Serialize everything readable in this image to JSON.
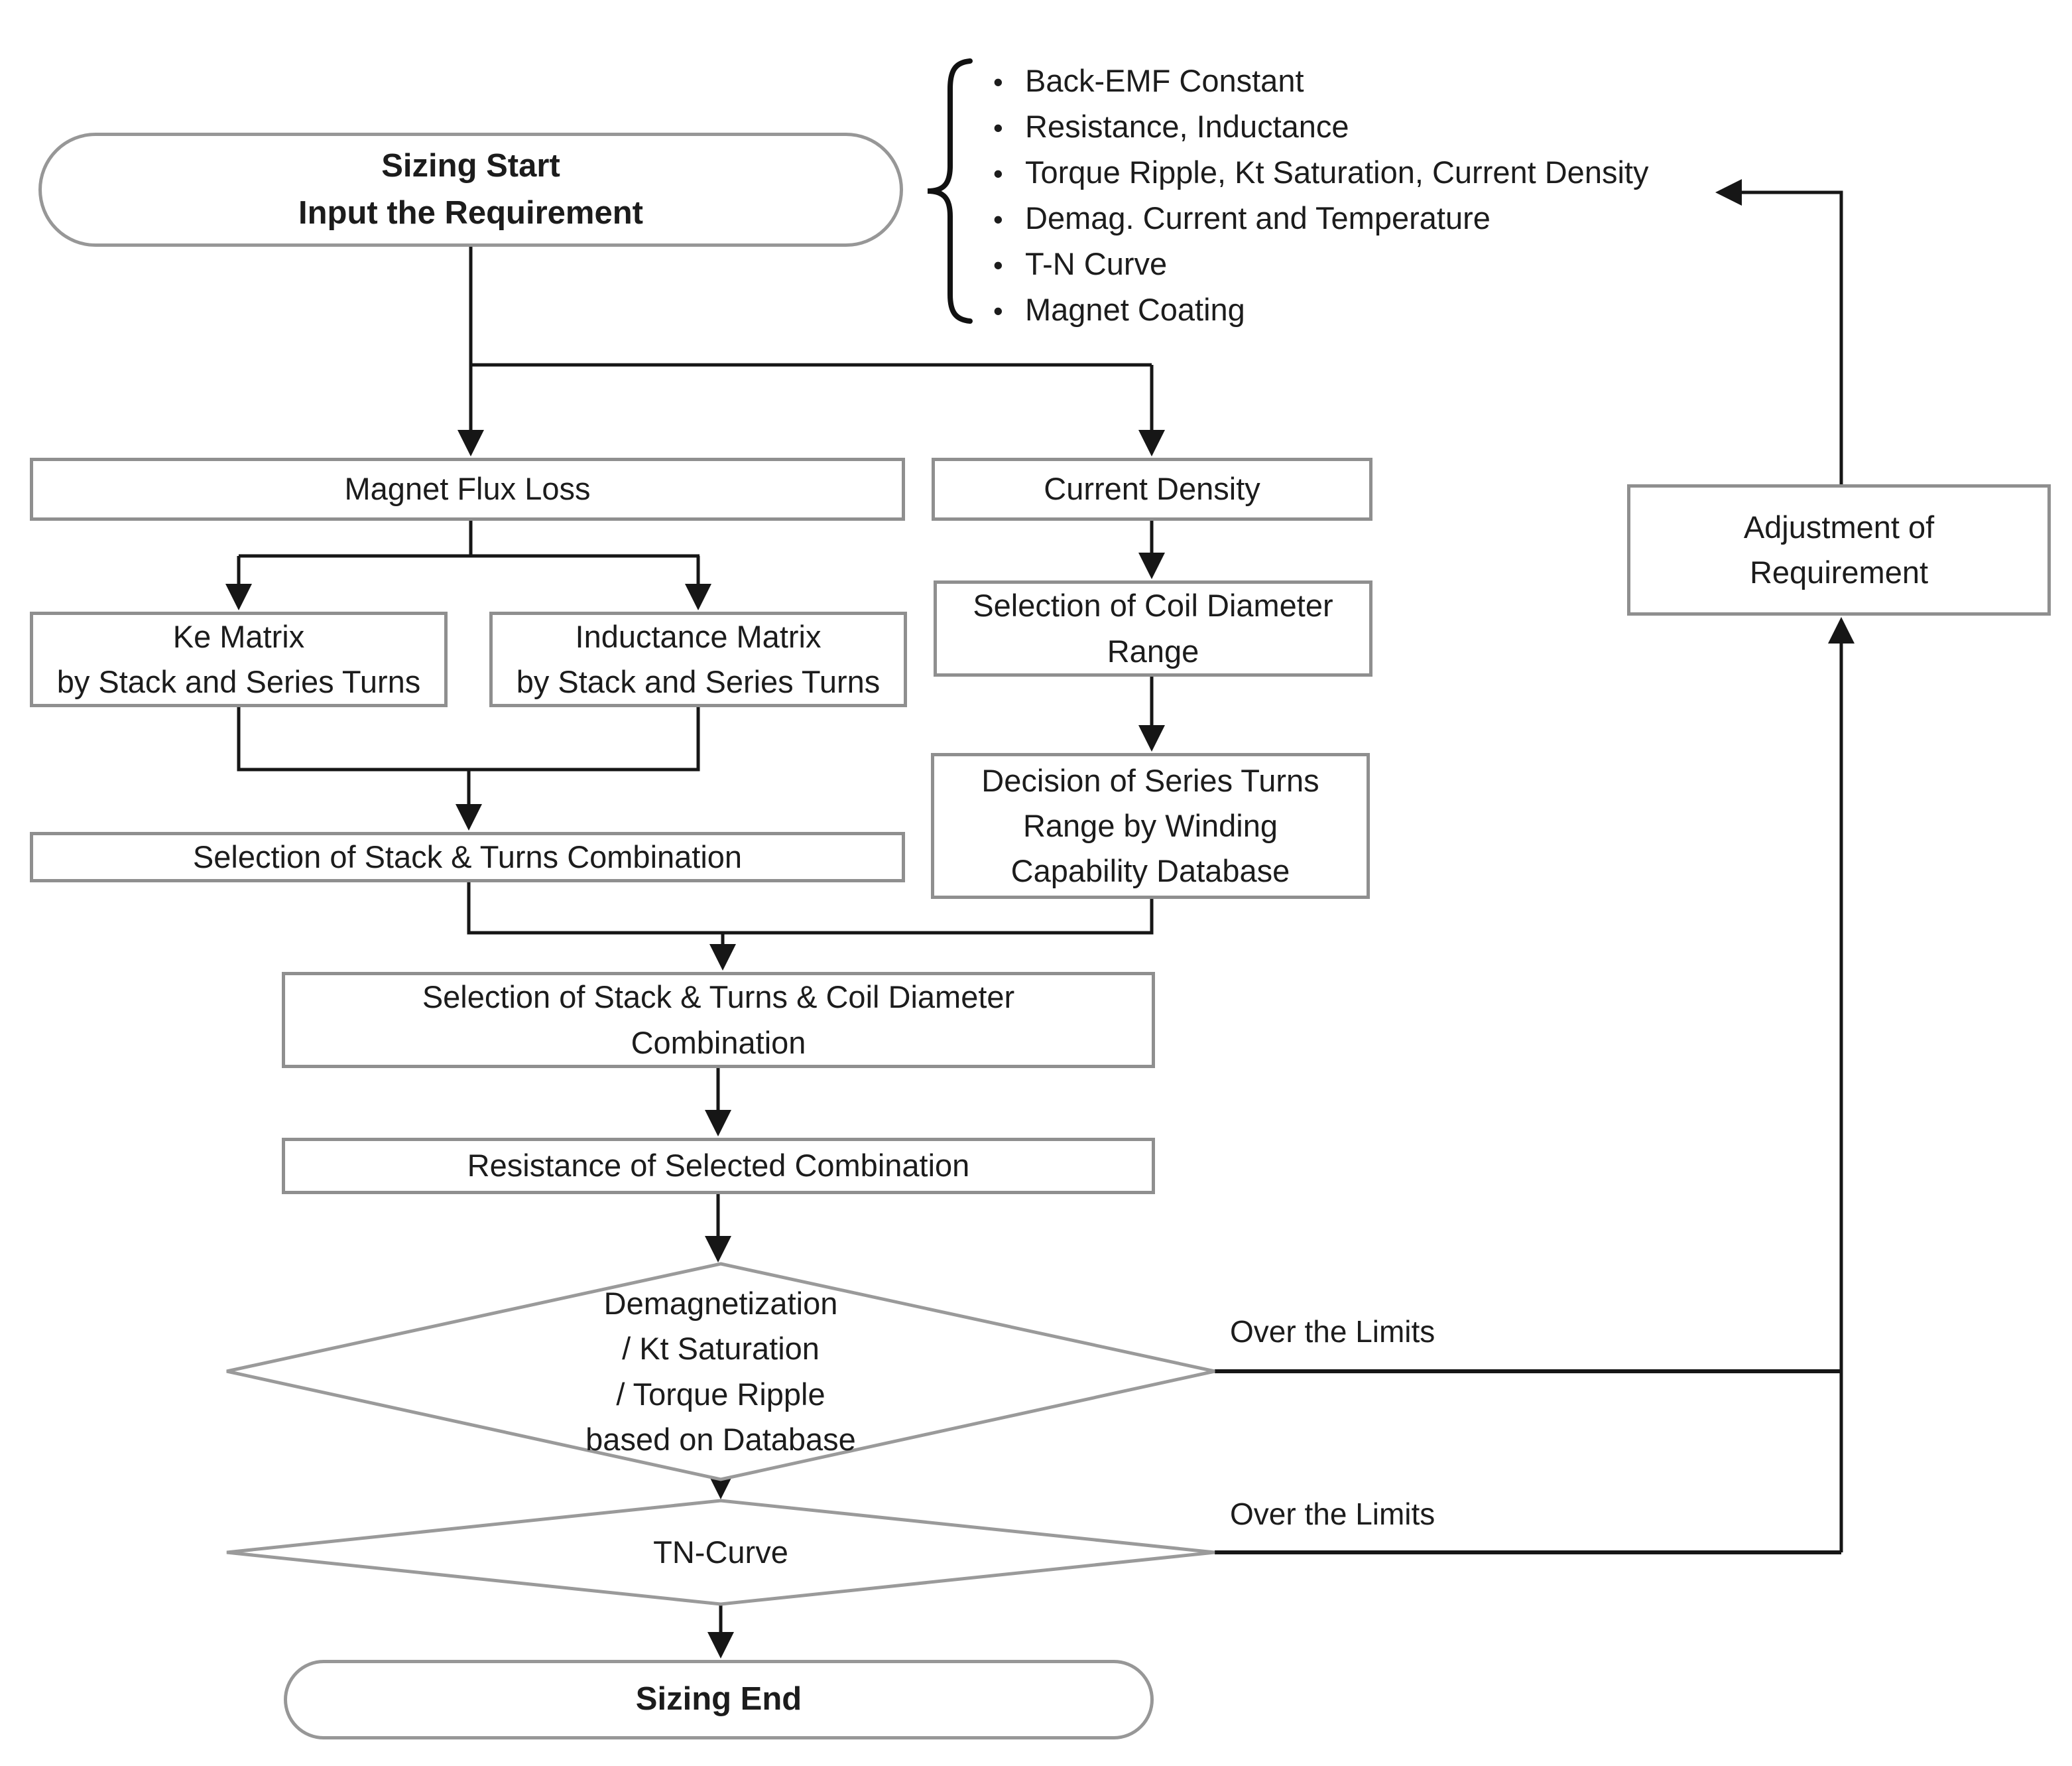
{
  "diagram_type": "flowchart",
  "nodes": {
    "start": "Sizing Start\nInput the Requirement",
    "magnet_flux_loss": "Magnet Flux Loss",
    "current_density": "Current Density",
    "ke_matrix": "Ke Matrix\nby Stack and Series Turns",
    "inductance_matrix": "Inductance Matrix\nby Stack and Series Turns",
    "coil_diameter_range": "Selection of Coil Diameter\nRange",
    "decision_series_turns": "Decision of Series Turns\nRange by Winding\nCapability Database",
    "selection_stack_turns": "Selection of Stack & Turns Combination",
    "selection_stack_turns_coil": "Selection of Stack & Turns & Coil Diameter\nCombination",
    "resistance_selected": "Resistance of Selected Combination",
    "demag_check": "Demagnetization\n/ Kt Saturation\n/ Torque Ripple\nbased on Database",
    "tn_curve_check": "TN-Curve",
    "sizing_end": "Sizing End",
    "adjustment": "Adjustment of\nRequirement"
  },
  "requirements": {
    "items": [
      "Back-EMF Constant",
      "Resistance, Inductance",
      "Torque Ripple, Kt Saturation, Current Density",
      "Demag. Current and Temperature",
      "T-N Curve",
      "Magnet Coating"
    ]
  },
  "edge_labels": {
    "over_limits_demag": "Over the Limits",
    "over_limits_tn": "Over the Limits"
  },
  "colors": {
    "background": "#ffffff",
    "box_border": "#8f8f8f",
    "shape_border": "#9a9a9a",
    "connector": "#161616",
    "text": "#1c1c1c"
  }
}
